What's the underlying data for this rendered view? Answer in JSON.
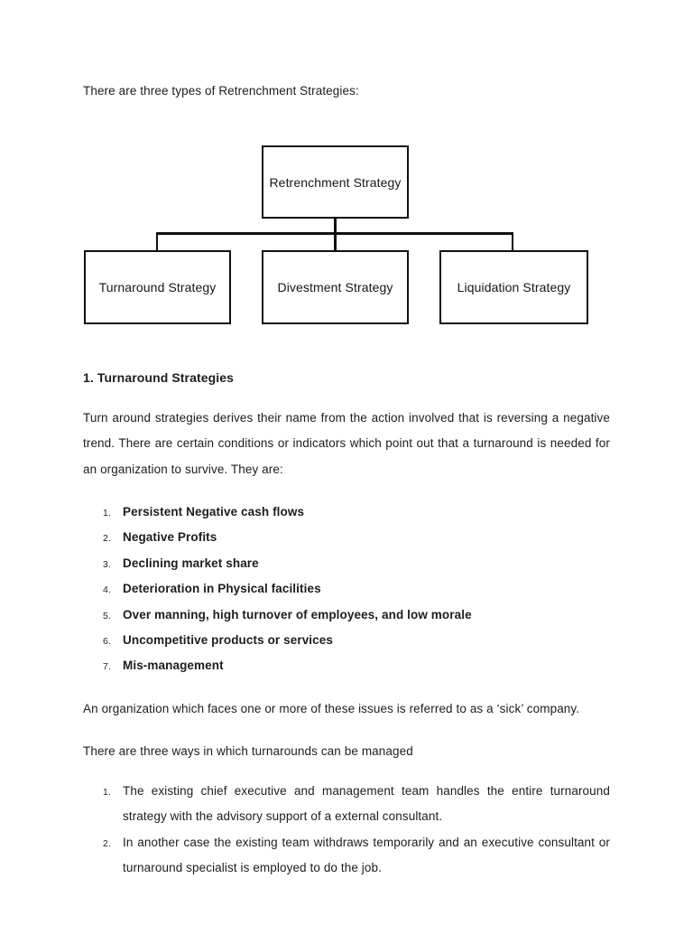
{
  "colors": {
    "background": "#ffffff",
    "text": "#1d1d1d",
    "diagram_border": "#101010"
  },
  "intro": "There are three types of Retrenchment Strategies:",
  "diagram": {
    "root": "Retrenchment Strategy",
    "children": [
      {
        "label": "Turnaround Strategy"
      },
      {
        "label": "Divestment Strategy"
      },
      {
        "label": "Liquidation Strategy"
      }
    ]
  },
  "section": {
    "heading": "1. Turnaround Strategies",
    "paragraph": "Turn around strategies derives their name from the action involved that is reversing a negative trend. There are certain conditions or indicators which point out that a turnaround is needed for an organization to survive. They are:",
    "indicators": [
      {
        "num": "1.",
        "text": "Persistent Negative cash flows"
      },
      {
        "num": "2.",
        "text": "Negative Profits"
      },
      {
        "num": "3.",
        "text": "Declining market share"
      },
      {
        "num": "4.",
        "text": "Deterioration in Physical facilities"
      },
      {
        "num": "5.",
        "text": "Over manning, high turnover of employees, and low morale"
      },
      {
        "num": "6.",
        "text": "Uncompetitive products or services"
      },
      {
        "num": "7.",
        "text": "Mis-management"
      }
    ],
    "sick_note": "An organization which faces one or more of these issues is referred to as a ‘sick’ company.",
    "ways_intro": "There are three ways in which turnarounds can be managed",
    "ways": [
      {
        "num": "1.",
        "text": "The existing chief executive and management team handles the entire turnaround strategy with the advisory support of a external consultant."
      },
      {
        "num": "2.",
        "text": "In another case the existing team withdraws temporarily and an executive consultant or turnaround specialist is employed to do the job."
      }
    ]
  }
}
